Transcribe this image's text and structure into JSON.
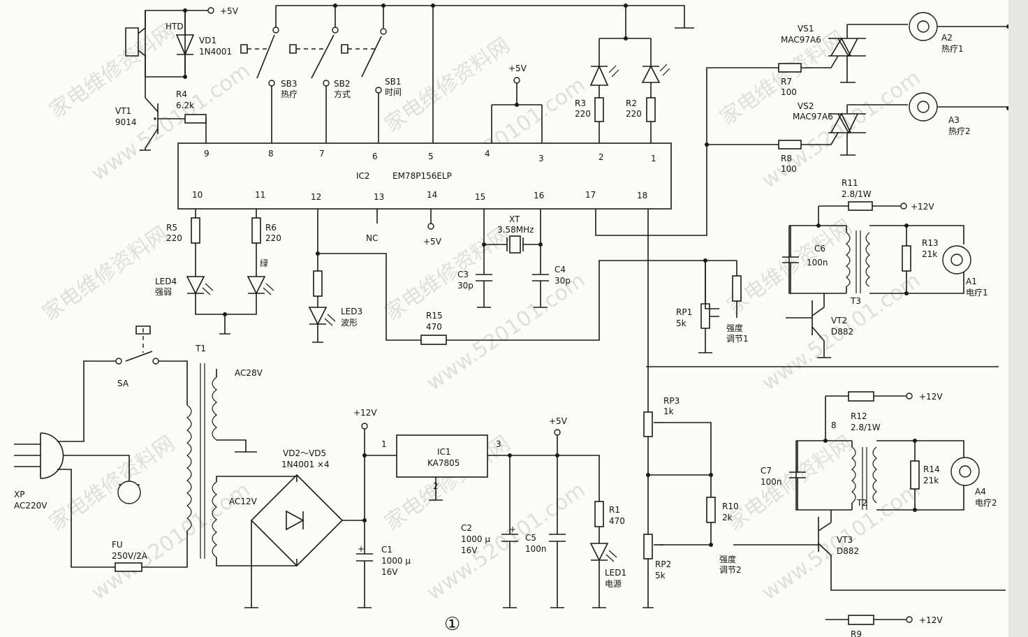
{
  "schematic": {
    "figure_number": "①",
    "watermark_site": "www.520101.com",
    "watermark_cn": "家电维修资料网",
    "ic2": {
      "ref": "IC2",
      "part": "EM78P156ELP",
      "top_pins": [
        "9",
        "8",
        "7",
        "6",
        "5",
        "4",
        "3",
        "2",
        "1"
      ],
      "bottom_pins": [
        "10",
        "11",
        "12",
        "13",
        "14",
        "15",
        "16",
        "17",
        "18"
      ]
    },
    "ic1": {
      "ref": "IC1",
      "part": "KA7805",
      "pin_in": "1",
      "pin_gnd": "2",
      "pin_out": "3"
    },
    "buzzer": {
      "ref": "HTD"
    },
    "vd1": {
      "ref": "VD1",
      "part": "1N4001"
    },
    "vt1": {
      "ref": "VT1",
      "part": "9014"
    },
    "r4": {
      "ref": "R4",
      "value": "6.2k"
    },
    "rail_5v": "+5V",
    "rail_12v": "+12V",
    "sb3": {
      "ref": "SB3",
      "label": "热疗"
    },
    "sb2": {
      "ref": "SB2",
      "label": "方式"
    },
    "sb1": {
      "ref": "SB1",
      "label": "时间"
    },
    "r3": {
      "ref": "R3",
      "value": "220"
    },
    "r2": {
      "ref": "R2",
      "value": "220"
    },
    "vs1": {
      "ref": "VS1",
      "part": "MAC97A6"
    },
    "vs2": {
      "ref": "VS2",
      "part": "MAC97A6"
    },
    "r7": {
      "ref": "R7",
      "value": "100"
    },
    "r8": {
      "ref": "R8",
      "value": "100"
    },
    "a2": {
      "ref": "A2",
      "label": "热疗1"
    },
    "a3": {
      "ref": "A3",
      "label": "热疗2"
    },
    "r5": {
      "ref": "R5",
      "value": "220"
    },
    "r6": {
      "ref": "R6",
      "value": "220"
    },
    "led4": {
      "ref": "LED4",
      "label": "强弱"
    },
    "green_label": "绿",
    "led3": {
      "ref": "LED3",
      "label": "波形"
    },
    "nc": "NC",
    "xt": {
      "ref": "XT",
      "value": "3.58MHz"
    },
    "c3": {
      "ref": "C3",
      "value": "30p"
    },
    "c4": {
      "ref": "C4",
      "value": "30p"
    },
    "r15": {
      "ref": "R15",
      "value": "470"
    },
    "r11": {
      "ref": "R11",
      "value": "2.8/1W"
    },
    "c6": {
      "ref": "C6",
      "value": "100n"
    },
    "r13": {
      "ref": "R13",
      "value": "21k"
    },
    "a1": {
      "ref": "A1",
      "label": "电疗1"
    },
    "t3": "T3",
    "rp1": {
      "ref": "RP1",
      "value": "5k"
    },
    "adj1": "强度\n调节1",
    "vt2": {
      "ref": "VT2",
      "part": "D882"
    },
    "t1": "T1",
    "ac28": "AC28V",
    "ac12": "AC12V",
    "sa": "SA",
    "xp": {
      "ref": "XP",
      "value": "AC220V"
    },
    "fu": {
      "ref": "FU",
      "value": "250V/2A"
    },
    "bridge": {
      "ref": "VD2～VD5",
      "part": "1N4001 ×4"
    },
    "c1": {
      "ref": "C1",
      "value": "1000 μ",
      "volt": "16V"
    },
    "c2": {
      "ref": "C2",
      "value": "1000 μ",
      "volt": "16V"
    },
    "c5": {
      "ref": "C5",
      "value": "100n"
    },
    "r1": {
      "ref": "R1",
      "value": "470"
    },
    "led1": {
      "ref": "LED1",
      "label": "电源"
    },
    "rp3": {
      "ref": "RP3",
      "value": "1k"
    },
    "rp2": {
      "ref": "RP2",
      "value": "5k"
    },
    "r10": {
      "ref": "R10",
      "value": "2k"
    },
    "adj2": "强度\n调节2",
    "vt3": {
      "ref": "VT3",
      "part": "D882"
    },
    "r12": {
      "ref": "R12",
      "value": "2.8/1W"
    },
    "r12_extra": "8",
    "c7": {
      "ref": "C7",
      "value": "100n"
    },
    "r14": {
      "ref": "R14",
      "value": "21k"
    },
    "t2": "T2",
    "a4": {
      "ref": "A4",
      "label": "电疗2"
    },
    "r9_cut": "R9"
  }
}
